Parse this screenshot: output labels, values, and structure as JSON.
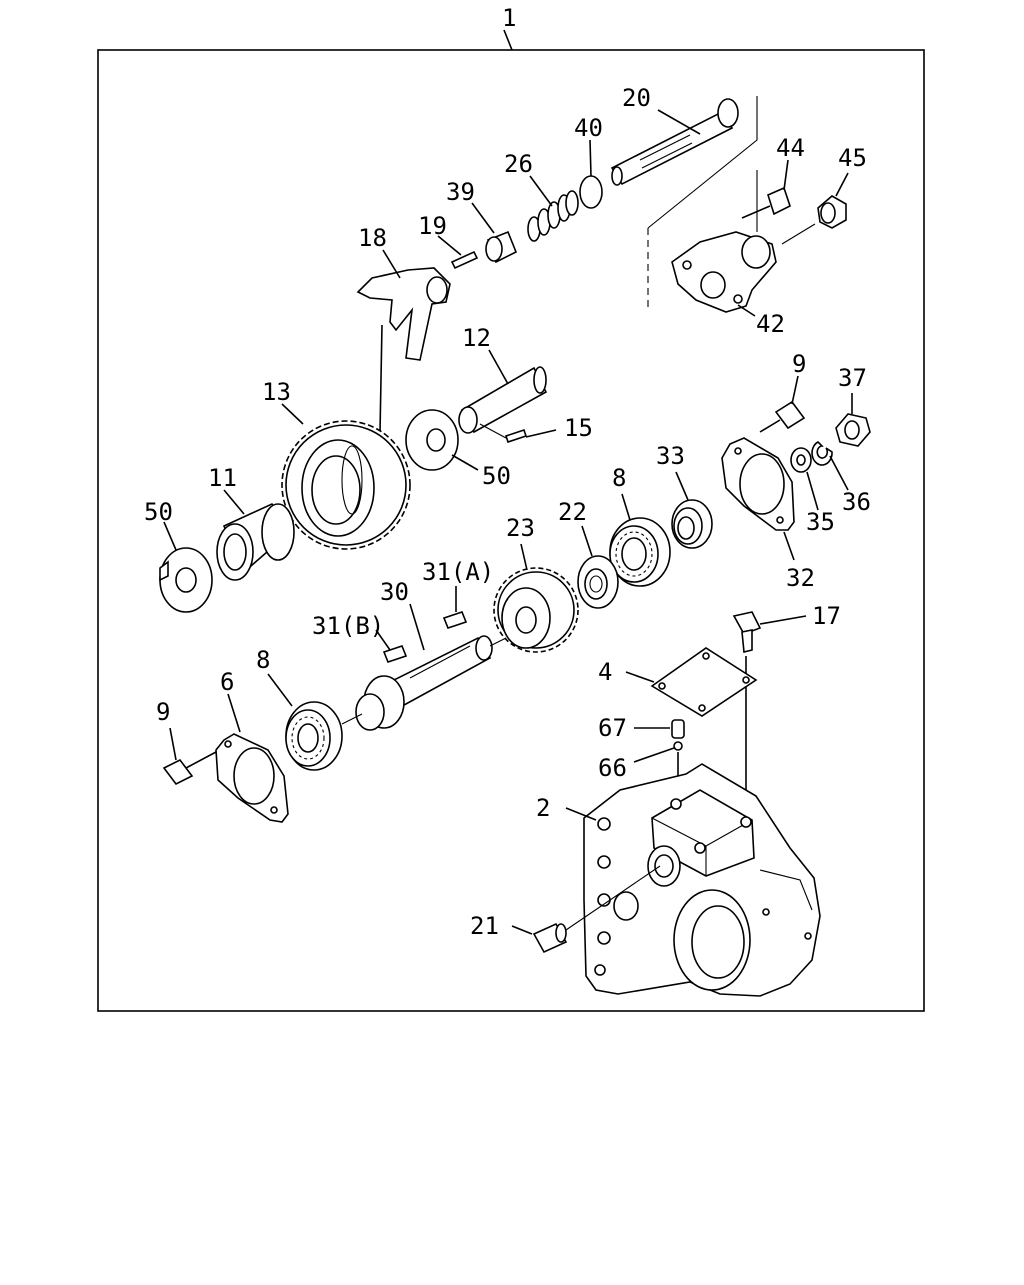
{
  "callouts": {
    "c1": "1",
    "c20": "20",
    "c40": "40",
    "c26": "26",
    "c39": "39",
    "c19": "19",
    "c18": "18",
    "c44": "44",
    "c45": "45",
    "c42": "42",
    "c12": "12",
    "c15": "15",
    "c13": "13",
    "c50a": "50",
    "c50b": "50",
    "c11": "11",
    "c9a": "9",
    "c37": "37",
    "c33": "33",
    "c8a": "8",
    "c22": "22",
    "c23": "23",
    "c31a": "31(A)",
    "c30": "30",
    "c31b": "31(B)",
    "c36": "36",
    "c35": "35",
    "c32": "32",
    "c17": "17",
    "c4": "4",
    "c67": "67",
    "c66": "66",
    "c8b": "8",
    "c6": "6",
    "c9b": "9",
    "c2": "2",
    "c21": "21"
  }
}
